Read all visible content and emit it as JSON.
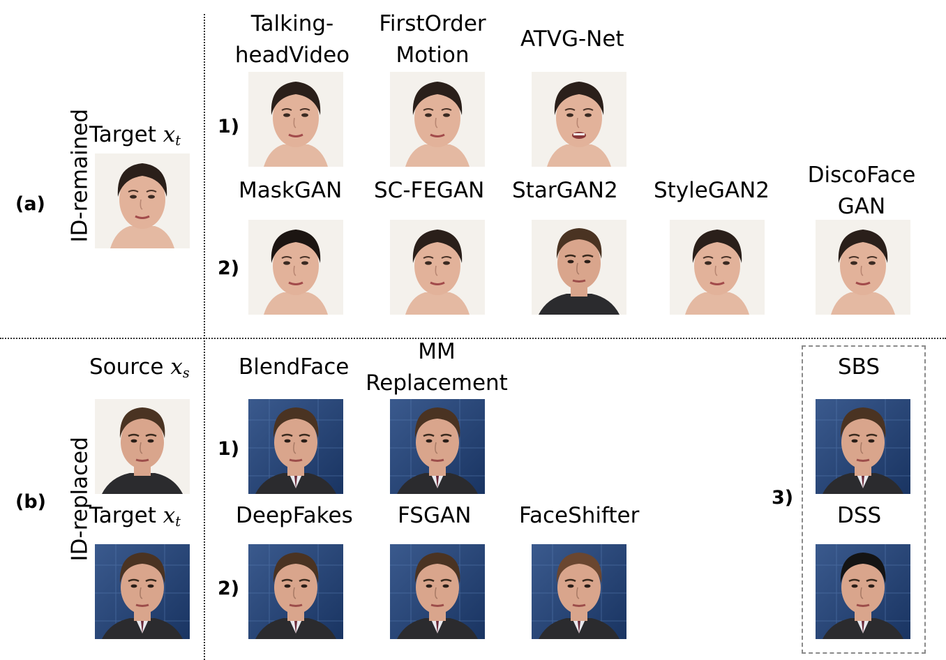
{
  "section_a": {
    "tag": "(a)",
    "rotated_label": "ID-remained",
    "target_label": "Target ",
    "target_var": "x",
    "target_sub": "t",
    "row1_num": "1)",
    "row2_num": "2)",
    "row1_methods": [
      "Talking-\nheadVideo",
      "FirstOrder\nMotion",
      "ATVG-Net"
    ],
    "row2_methods": [
      "MaskGAN",
      "SC-FEGAN",
      "StarGAN2",
      "StyleGAN2",
      "DiscoFace\nGAN"
    ]
  },
  "section_b": {
    "tag": "(b)",
    "rotated_label": "ID-replaced",
    "source_label": "Source ",
    "source_var": "x",
    "source_sub": "s",
    "target_label": "Target ",
    "target_var": "x",
    "target_sub": "t",
    "row1_num": "1)",
    "row2_num": "2)",
    "row3_num": "3)",
    "row1_methods": [
      "BlendFace",
      "MM\nReplacement"
    ],
    "row2_methods": [
      "DeepFakes",
      "FSGAN",
      "FaceShifter"
    ],
    "row3_methods": [
      "SBS",
      "DSS"
    ]
  },
  "colors": {
    "woman_bg": "#f4f1ec",
    "skin": "#e2b29a",
    "dark_hair": "#2a1f1a",
    "news_bg": "#1f3d70",
    "suit": "#2b2b2e",
    "man_skin": "#d9a58c",
    "man_hair": "#4a3322"
  },
  "icons": [
    "face-portrait"
  ]
}
